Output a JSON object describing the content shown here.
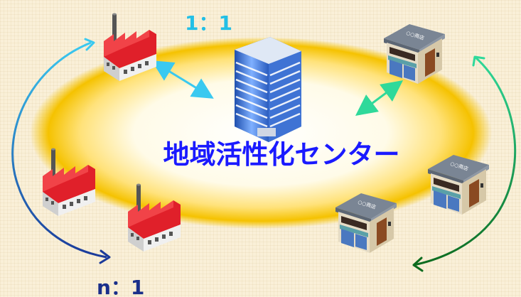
{
  "center_label": "地域活性化センター",
  "ratio_top": "1：1",
  "ratio_bottom": "n：1",
  "shop_sign": "○○商店",
  "colors": {
    "center_text": "#1a1aff",
    "ratio_top": "#22bfe6",
    "ratio_bottom": "#1a2f8a",
    "left_arc_top": "#3ac9f0",
    "left_arc_bottom": "#1b3a9a",
    "right_arc_top": "#2fd99a",
    "right_arc_bottom": "#0d6b1f",
    "ellipse_glow": "#f5c200",
    "factory_roof": "#e0202a",
    "building_glass": "#3a6ec8"
  }
}
